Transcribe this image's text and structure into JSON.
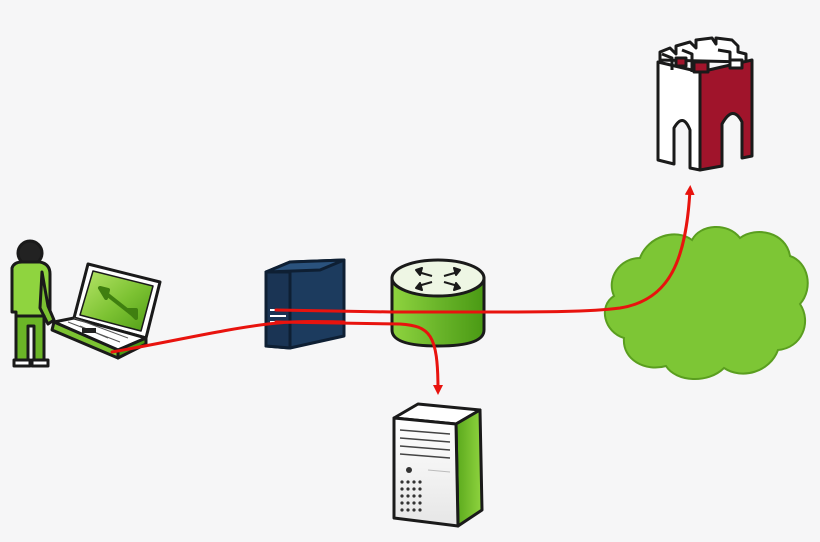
{
  "diagram": {
    "nodes": [
      {
        "id": "user",
        "icon": "person-icon"
      },
      {
        "id": "laptop",
        "icon": "laptop-wrench-icon"
      },
      {
        "id": "firewall",
        "icon": "firewall-device-icon"
      },
      {
        "id": "router",
        "icon": "router-icon"
      },
      {
        "id": "internet",
        "icon": "cloud-icon"
      },
      {
        "id": "remote-site",
        "icon": "castle-tower-icon"
      },
      {
        "id": "server",
        "icon": "server-tower-icon"
      }
    ],
    "connections": [
      {
        "from": "laptop",
        "to": "firewall"
      },
      {
        "from": "firewall",
        "to": "router"
      },
      {
        "from": "router",
        "to": "internet"
      },
      {
        "from": "internet",
        "to": "remote-site",
        "arrow": true
      },
      {
        "from": "firewall",
        "to": "server",
        "arrow": true
      }
    ],
    "colors": {
      "background": "#f6f6f7",
      "link": "#e8130e",
      "green": "#7cc232",
      "dark_green": "#4a9a14",
      "navy": "#1c3b5e",
      "castle_red": "#a0142b",
      "outline": "#1a1a1a"
    }
  }
}
